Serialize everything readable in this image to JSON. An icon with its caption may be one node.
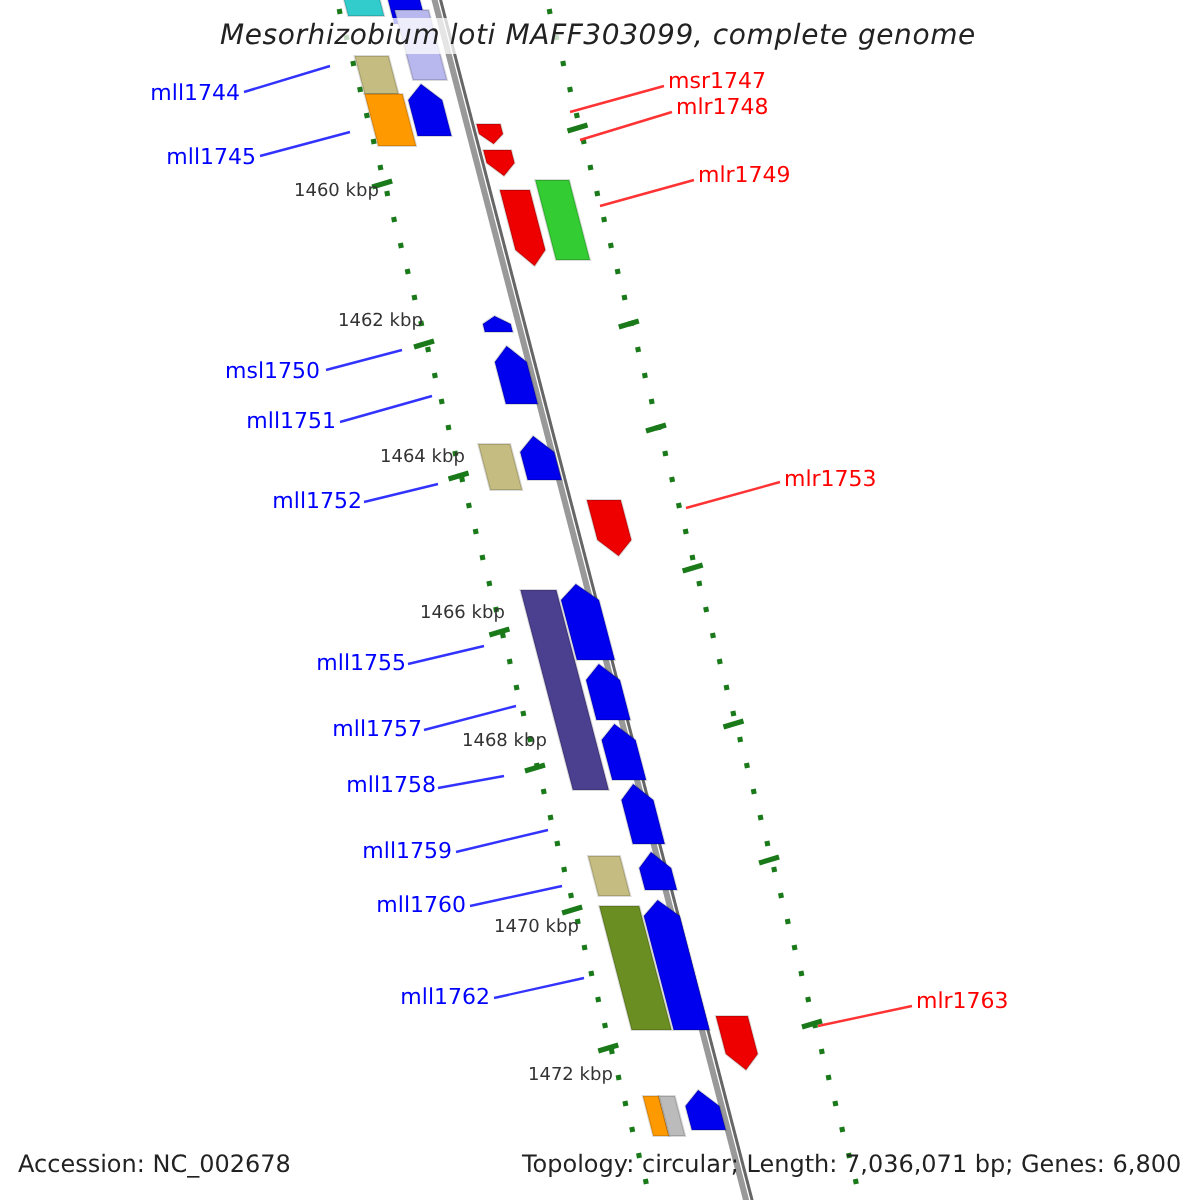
{
  "diagram": {
    "title": "Mesorhizobium loti MAFF303099, complete genome",
    "nodes": [
      {
        "text": [
          "mll1744"
        ]
      },
      {
        "text": [
          "msr1747"
        ]
      },
      {
        "text": [
          "mlr1748"
        ]
      },
      {
        "text": [
          "mll1745"
        ]
      },
      {
        "text": [
          "mlr1749"
        ]
      },
      {
        "text": [
          "msl1750"
        ]
      },
      {
        "text": [
          "mll1751"
        ]
      },
      {
        "text": [
          "mlr1753"
        ]
      },
      {
        "text": [
          "mll1752"
        ]
      },
      {
        "text": [
          "mll1755"
        ]
      },
      {
        "text": [
          "mll1757"
        ]
      },
      {
        "text": [
          "mll1758"
        ]
      },
      {
        "text": [
          "mll1759"
        ]
      },
      {
        "text": [
          "mll1760"
        ]
      },
      {
        "text": [
          "mlr1763"
        ]
      },
      {
        "text": [
          "mll1762"
        ]
      }
    ],
    "edges": [
      {
        "from": 0,
        "to": null,
        "arrow": "none"
      },
      {
        "from": 1,
        "to": null,
        "arrow": "none",
        "color": "#ff3333"
      },
      {
        "from": 2,
        "to": null,
        "arrow": "none",
        "color": "#ff3333"
      },
      {
        "from": 3,
        "to": null,
        "arrow": "none"
      },
      {
        "from": 4,
        "to": null,
        "arrow": "none",
        "color": "#ff3333"
      },
      {
        "from": 5,
        "to": null,
        "arrow": "none"
      },
      {
        "from": 6,
        "to": null,
        "arrow": "none"
      },
      {
        "from": 7,
        "to": null,
        "arrow": "none",
        "color": "#ff3333"
      },
      {
        "from": 8,
        "to": null,
        "arrow": "none"
      },
      {
        "from": 9,
        "to": null,
        "arrow": "none"
      },
      {
        "from": 10,
        "to": null,
        "arrow": "none"
      },
      {
        "from": 11,
        "to": null,
        "arrow": "none"
      },
      {
        "from": 12,
        "to": null,
        "arrow": "none"
      },
      {
        "from": 13,
        "to": null,
        "arrow": "none"
      },
      {
        "from": 14,
        "to": null,
        "arrow": "none",
        "color": "#ff3333"
      },
      {
        "from": 15,
        "to": null,
        "arrow": "none"
      }
    ],
    "labels": [
      "1460 kbp",
      "1462 kbp",
      "1464 kbp",
      "1466 kbp",
      "1468 kbp",
      "1470 kbp",
      "1472 kbp",
      "Accession: NC_002678",
      "Topology: circular; Length: 7,036,071 bp; Genes: 6,800"
    ]
  }
}
